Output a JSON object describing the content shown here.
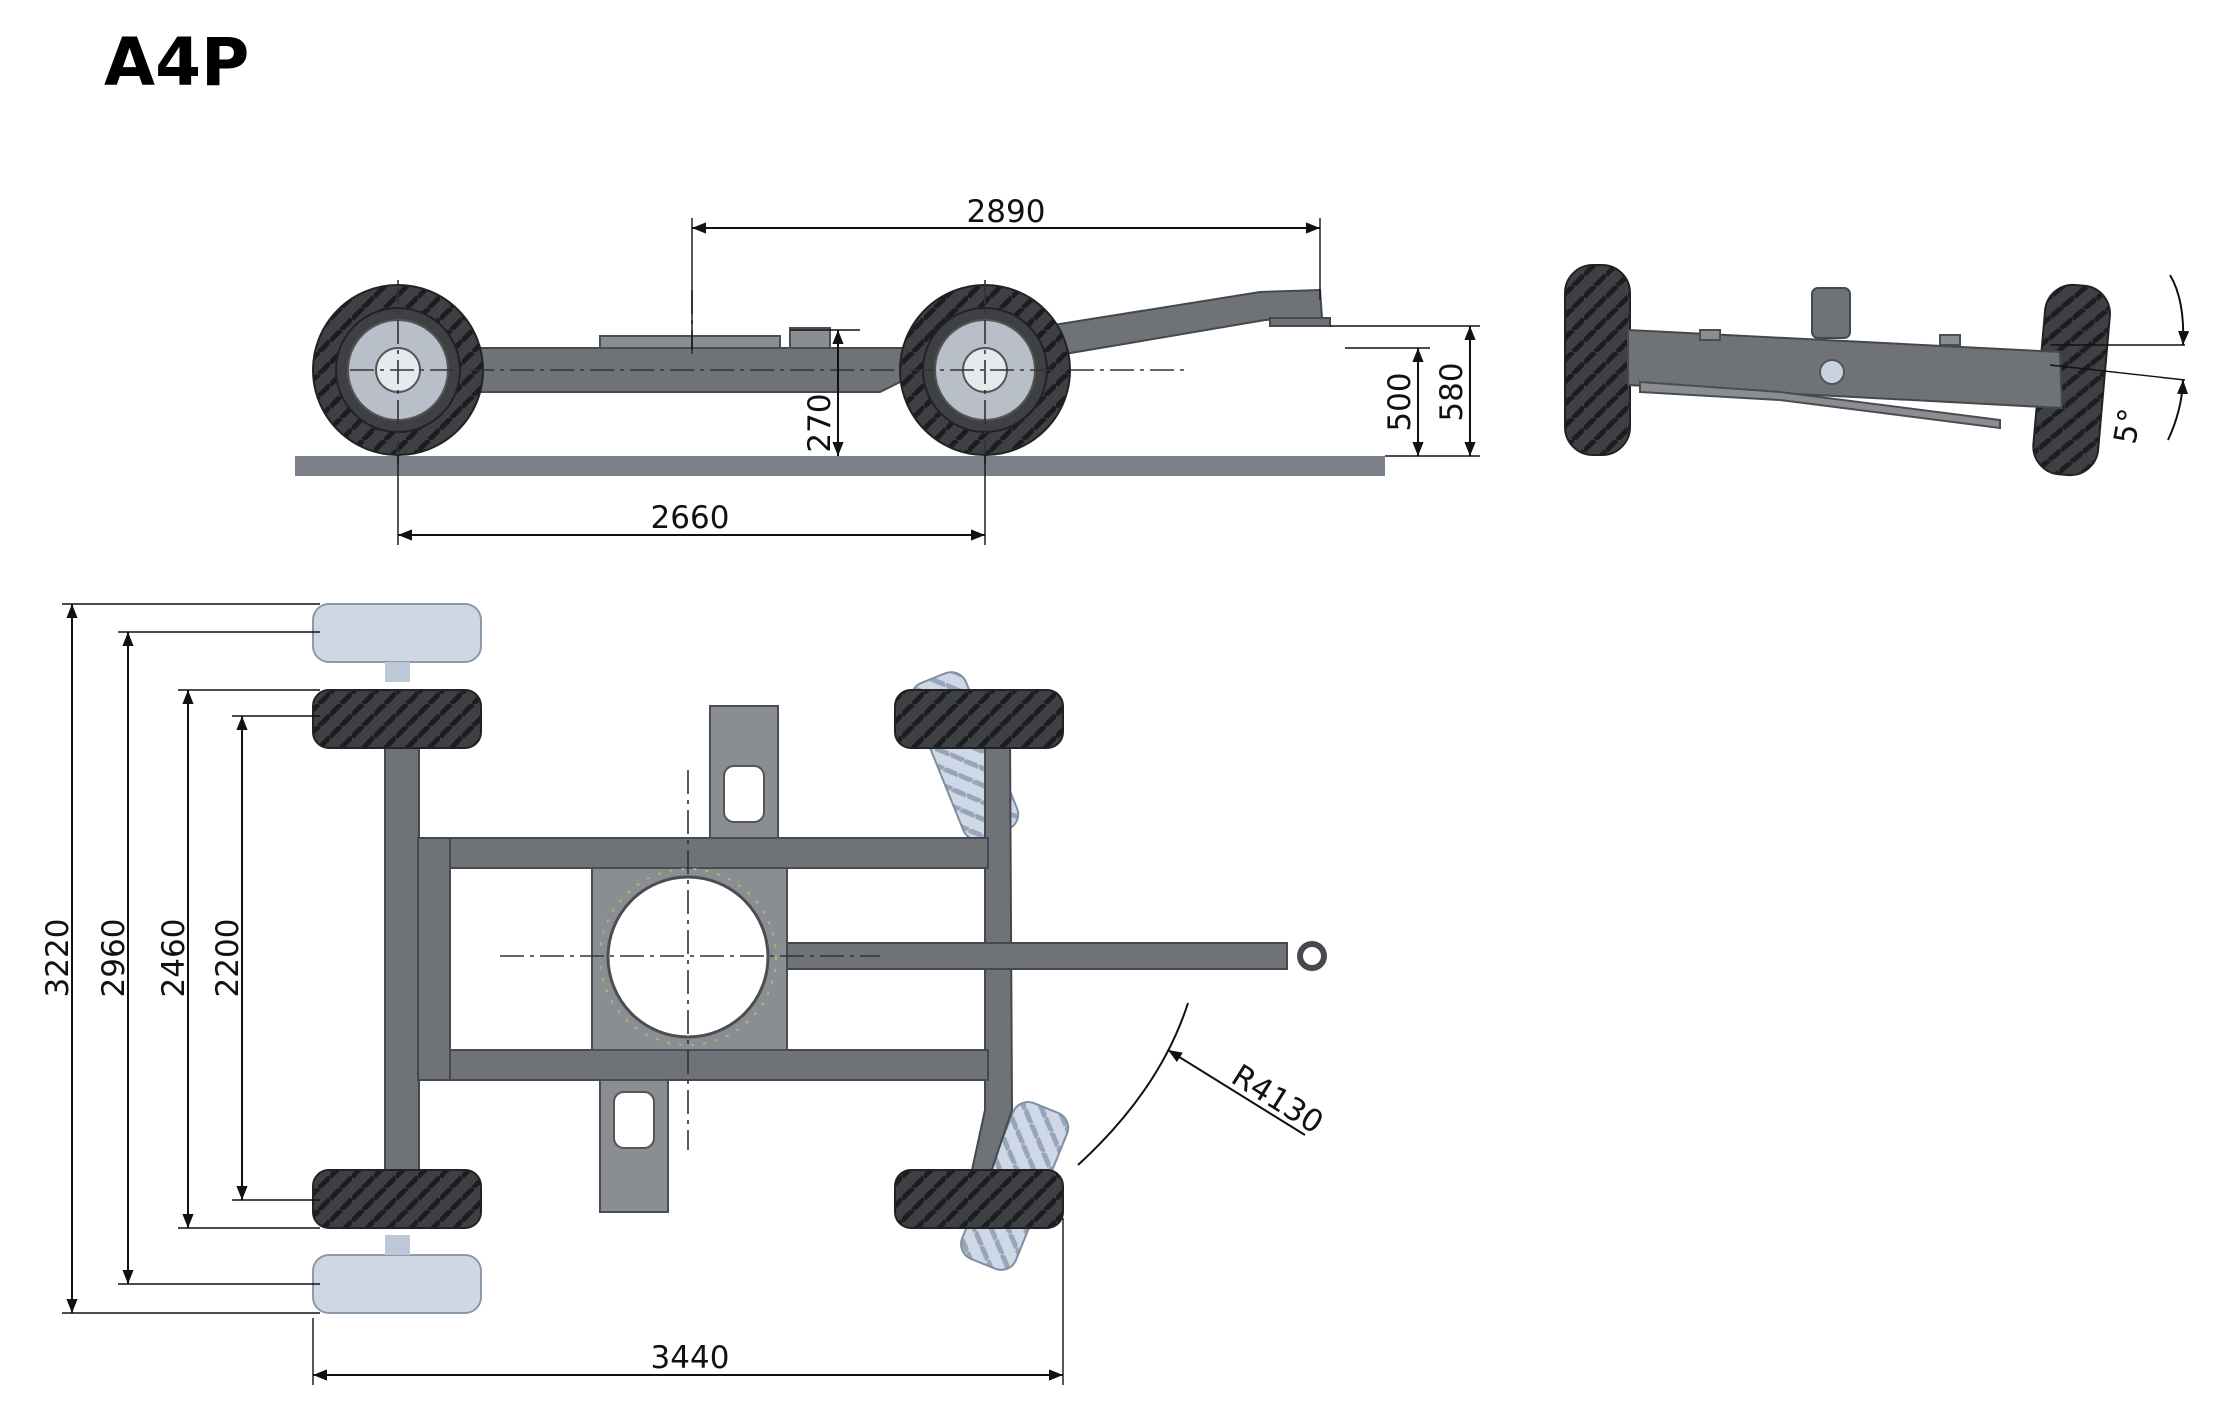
{
  "title": "A4P",
  "dimensions": {
    "side_overall": "2890",
    "side_wheelbase": "2660",
    "side_clearance": "270",
    "side_hitch_low": "500",
    "side_hitch_high": "580",
    "front_tilt": "5°",
    "top_width_outer": "3220",
    "top_width_2": "2960",
    "top_width_3": "2460",
    "top_width_inner": "2200",
    "top_length": "3440",
    "turning_radius": "R4130"
  }
}
